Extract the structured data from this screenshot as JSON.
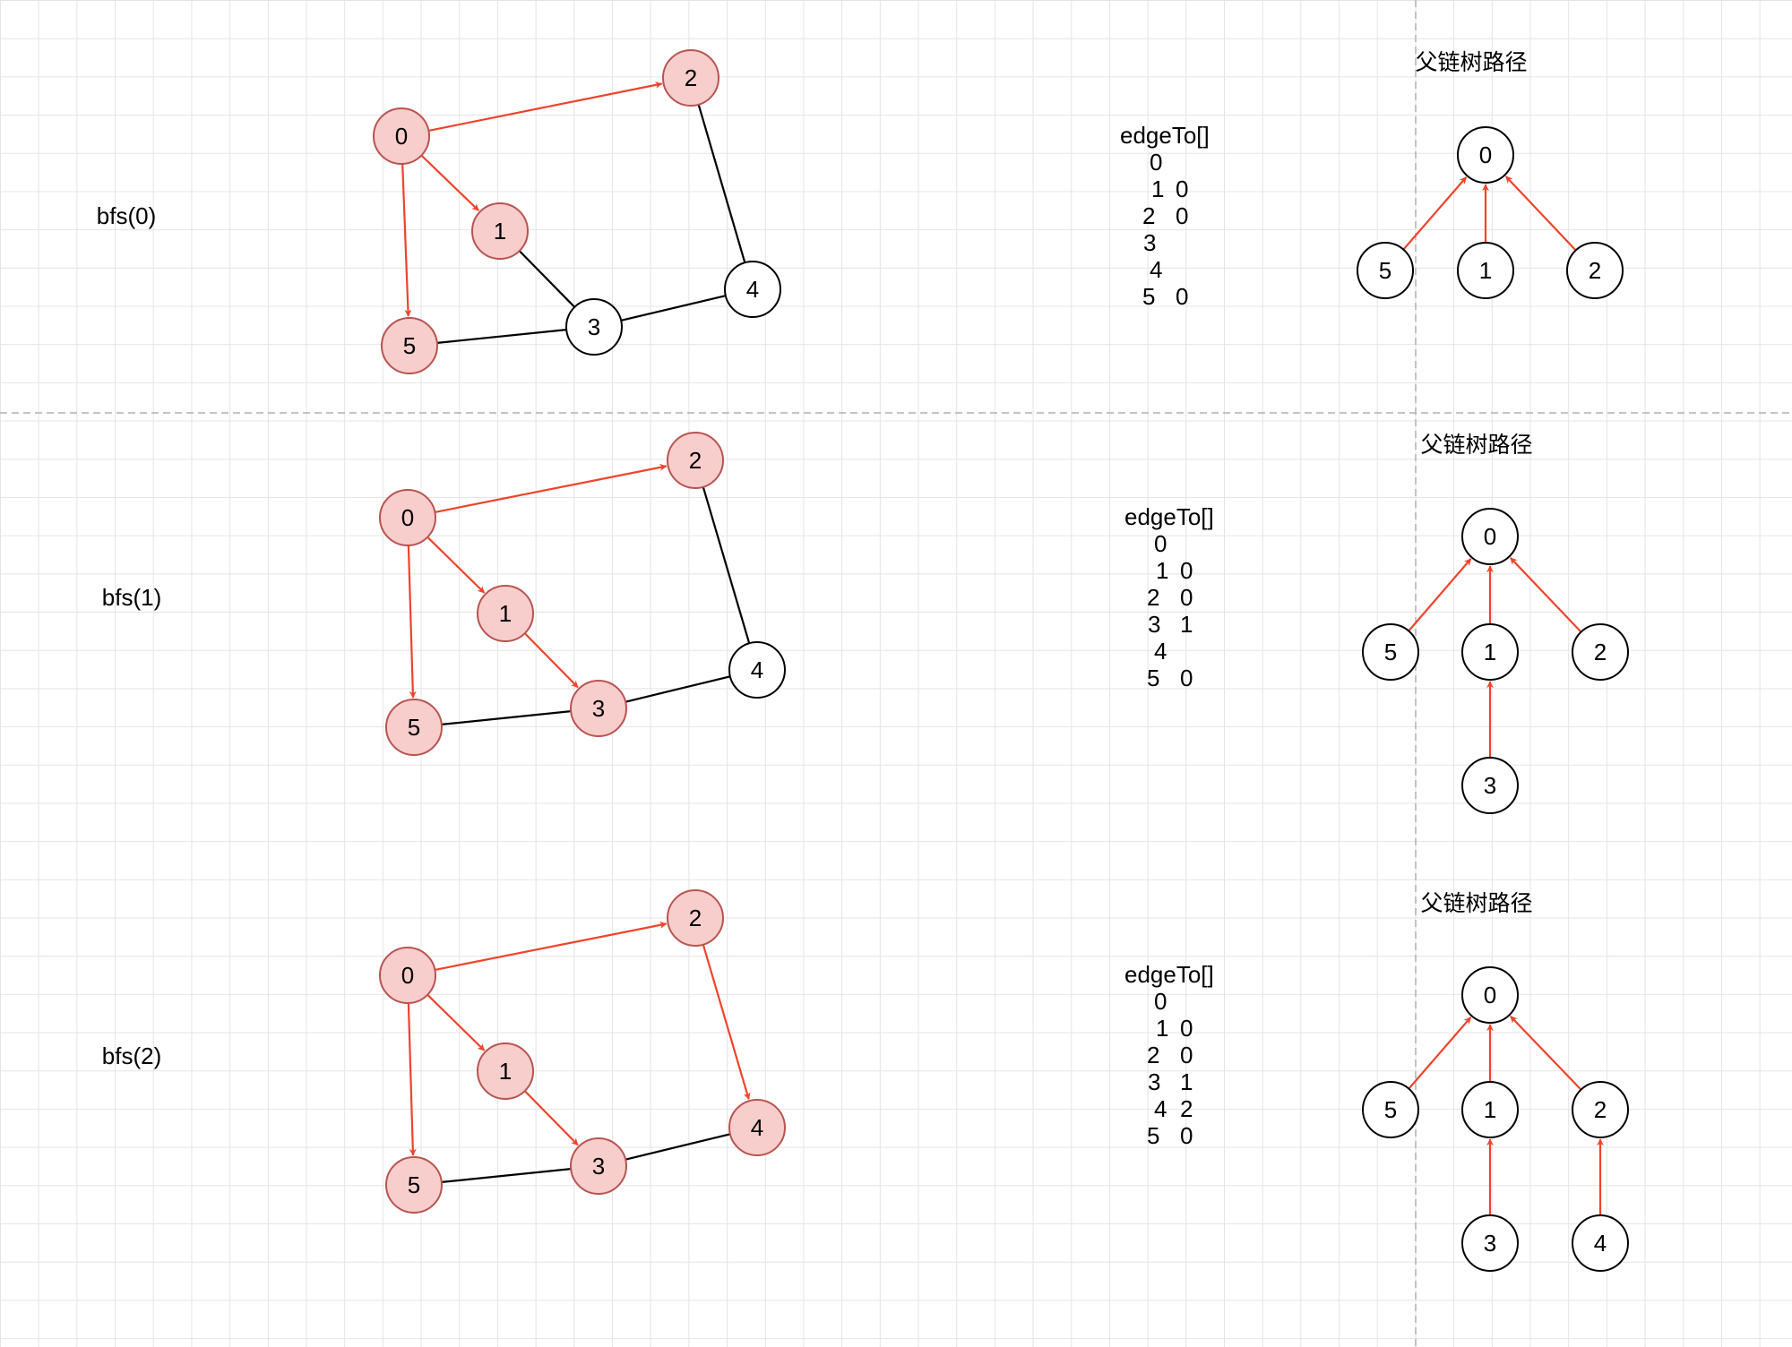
{
  "colors": {
    "visited_fill": "#f8cecc",
    "visited_stroke": "#b85450",
    "unvisited_fill": "#ffffff",
    "unvisited_stroke": "#000000",
    "tree_edge": "#f0432c",
    "graph_edge": "#000000",
    "divider": "#b0b0b0"
  },
  "panels": [
    {
      "label": "bfs(0)",
      "visited": [
        "0",
        "1",
        "2",
        "5"
      ],
      "tree_edges": [
        [
          "0",
          "2"
        ],
        [
          "0",
          "1"
        ],
        [
          "0",
          "5"
        ]
      ],
      "plain_edges": [
        [
          "1",
          "3"
        ],
        [
          "2",
          "4"
        ],
        [
          "5",
          "3"
        ],
        [
          "3",
          "4"
        ]
      ],
      "table_header": "edgeTo[]",
      "table_rows": [
        {
          "index": "0",
          "parent": ""
        },
        {
          "index": "1",
          "parent": "0"
        },
        {
          "index": "2",
          "parent": "0"
        },
        {
          "index": "3",
          "parent": ""
        },
        {
          "index": "4",
          "parent": ""
        },
        {
          "index": "5",
          "parent": "0"
        }
      ],
      "tree_title": "父链树路径",
      "tree_nodes": [
        "0",
        "5",
        "1",
        "2"
      ],
      "tree_links": [
        [
          "5",
          "0"
        ],
        [
          "1",
          "0"
        ],
        [
          "2",
          "0"
        ]
      ]
    },
    {
      "label": "bfs(1)",
      "visited": [
        "0",
        "1",
        "2",
        "3",
        "5"
      ],
      "tree_edges": [
        [
          "0",
          "2"
        ],
        [
          "0",
          "1"
        ],
        [
          "0",
          "5"
        ],
        [
          "1",
          "3"
        ]
      ],
      "plain_edges": [
        [
          "2",
          "4"
        ],
        [
          "5",
          "3"
        ],
        [
          "3",
          "4"
        ]
      ],
      "table_header": "edgeTo[]",
      "table_rows": [
        {
          "index": "0",
          "parent": ""
        },
        {
          "index": "1",
          "parent": "0"
        },
        {
          "index": "2",
          "parent": "0"
        },
        {
          "index": "3",
          "parent": "1"
        },
        {
          "index": "4",
          "parent": ""
        },
        {
          "index": "5",
          "parent": "0"
        }
      ],
      "tree_title": "父链树路径",
      "tree_nodes": [
        "0",
        "5",
        "1",
        "2",
        "3"
      ],
      "tree_links": [
        [
          "5",
          "0"
        ],
        [
          "1",
          "0"
        ],
        [
          "2",
          "0"
        ],
        [
          "3",
          "1"
        ]
      ]
    },
    {
      "label": "bfs(2)",
      "visited": [
        "0",
        "1",
        "2",
        "3",
        "4",
        "5"
      ],
      "tree_edges": [
        [
          "0",
          "2"
        ],
        [
          "0",
          "1"
        ],
        [
          "0",
          "5"
        ],
        [
          "1",
          "3"
        ],
        [
          "2",
          "4"
        ]
      ],
      "plain_edges": [
        [
          "5",
          "3"
        ],
        [
          "3",
          "4"
        ]
      ],
      "table_header": "edgeTo[]",
      "table_rows": [
        {
          "index": "0",
          "parent": ""
        },
        {
          "index": "1",
          "parent": "0"
        },
        {
          "index": "2",
          "parent": "0"
        },
        {
          "index": "3",
          "parent": "1"
        },
        {
          "index": "4",
          "parent": "2"
        },
        {
          "index": "5",
          "parent": "0"
        }
      ],
      "tree_title": "父链树路径",
      "tree_nodes": [
        "0",
        "5",
        "1",
        "2",
        "3",
        "4"
      ],
      "tree_links": [
        [
          "5",
          "0"
        ],
        [
          "1",
          "0"
        ],
        [
          "2",
          "0"
        ],
        [
          "3",
          "1"
        ],
        [
          "4",
          "2"
        ]
      ]
    }
  ]
}
